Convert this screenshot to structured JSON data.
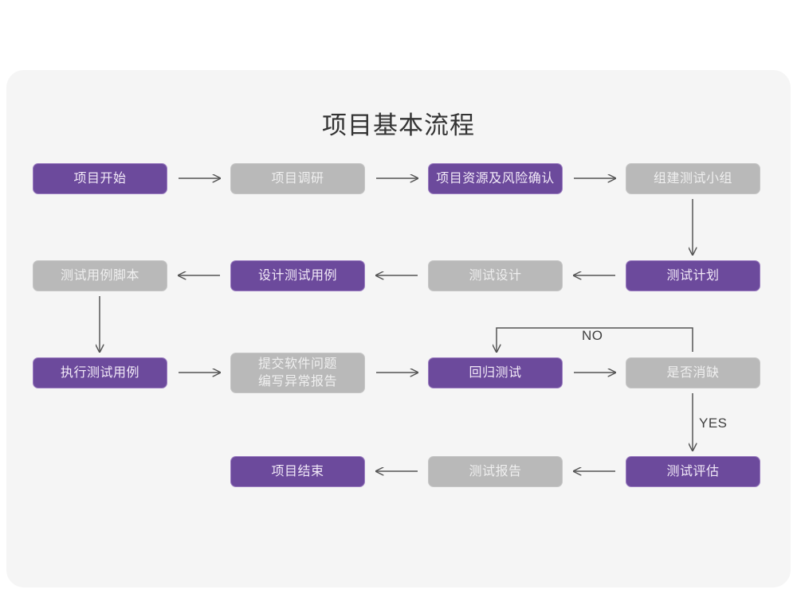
{
  "page": {
    "title": "项目基本流程",
    "background_color": "#ffffff",
    "card_color": "#f5f5f5",
    "purple_color": "#6c4a9c",
    "gray_color": "#b9b9b9",
    "arrow_color": "#555555"
  },
  "diagram": {
    "type": "flowchart",
    "nodes": [
      {
        "id": "n1",
        "label": "项目开始",
        "style": "purple",
        "row": 1,
        "col": 1
      },
      {
        "id": "n2",
        "label": "项目调研",
        "style": "gray",
        "row": 1,
        "col": 2
      },
      {
        "id": "n3",
        "label": "项目资源及风险确认",
        "style": "purple",
        "row": 1,
        "col": 3
      },
      {
        "id": "n4",
        "label": "组建测试小组",
        "style": "gray",
        "row": 1,
        "col": 4
      },
      {
        "id": "n5",
        "label": "测试用例脚本",
        "style": "gray",
        "row": 2,
        "col": 1
      },
      {
        "id": "n6",
        "label": "设计测试用例",
        "style": "purple",
        "row": 2,
        "col": 2
      },
      {
        "id": "n7",
        "label": "测试设计",
        "style": "gray",
        "row": 2,
        "col": 3
      },
      {
        "id": "n8",
        "label": "测试计划",
        "style": "purple",
        "row": 2,
        "col": 4
      },
      {
        "id": "n9",
        "label": "执行测试用例",
        "style": "purple",
        "row": 3,
        "col": 1
      },
      {
        "id": "n10",
        "label": "提交软件问题\n编写异常报告",
        "style": "gray",
        "row": 3,
        "col": 2
      },
      {
        "id": "n11",
        "label": "回归测试",
        "style": "purple",
        "row": 3,
        "col": 3
      },
      {
        "id": "n12",
        "label": "是否消缺",
        "style": "gray",
        "row": 3,
        "col": 4
      },
      {
        "id": "n13",
        "label": "项目结束",
        "style": "purple",
        "row": 4,
        "col": 2
      },
      {
        "id": "n14",
        "label": "测试报告",
        "style": "gray",
        "row": 4,
        "col": 3
      },
      {
        "id": "n15",
        "label": "测试评估",
        "style": "purple",
        "row": 4,
        "col": 4
      }
    ],
    "edges": [
      {
        "from": "n1",
        "to": "n2",
        "label": "",
        "direction": "right"
      },
      {
        "from": "n2",
        "to": "n3",
        "label": "",
        "direction": "right"
      },
      {
        "from": "n3",
        "to": "n4",
        "label": "",
        "direction": "right"
      },
      {
        "from": "n4",
        "to": "n8",
        "label": "",
        "direction": "down"
      },
      {
        "from": "n8",
        "to": "n7",
        "label": "",
        "direction": "left"
      },
      {
        "from": "n7",
        "to": "n6",
        "label": "",
        "direction": "left"
      },
      {
        "from": "n6",
        "to": "n5",
        "label": "",
        "direction": "left"
      },
      {
        "from": "n5",
        "to": "n9",
        "label": "",
        "direction": "down"
      },
      {
        "from": "n9",
        "to": "n10",
        "label": "",
        "direction": "right"
      },
      {
        "from": "n10",
        "to": "n11",
        "label": "",
        "direction": "right"
      },
      {
        "from": "n11",
        "to": "n12",
        "label": "",
        "direction": "right"
      },
      {
        "from": "n12",
        "to": "n11",
        "label": "NO",
        "direction": "loop-up"
      },
      {
        "from": "n12",
        "to": "n15",
        "label": "YES",
        "direction": "down"
      },
      {
        "from": "n15",
        "to": "n14",
        "label": "",
        "direction": "left"
      },
      {
        "from": "n14",
        "to": "n13",
        "label": "",
        "direction": "left"
      }
    ],
    "branch_labels": {
      "no": "NO",
      "yes": "YES"
    }
  }
}
